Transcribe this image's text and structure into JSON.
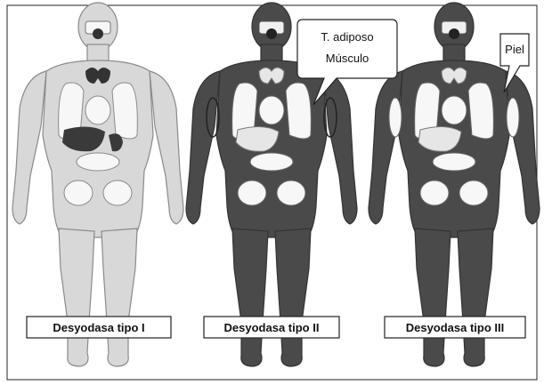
{
  "figures": [
    {
      "label": "Desyodasa tipo I"
    },
    {
      "label": "Desyodasa tipo II"
    },
    {
      "label": "Desyodasa tipo III"
    }
  ],
  "callouts": {
    "type2": [
      "T. adiposo",
      "Músculo"
    ],
    "type3": [
      "Piel"
    ]
  },
  "colors": {
    "body_light": "#d8d8d8",
    "body_dark": "#4a4a4a",
    "organ_white": "#f7f7f7",
    "organ_dark": "#4f4f4f",
    "outline": "#7a7a7a"
  }
}
